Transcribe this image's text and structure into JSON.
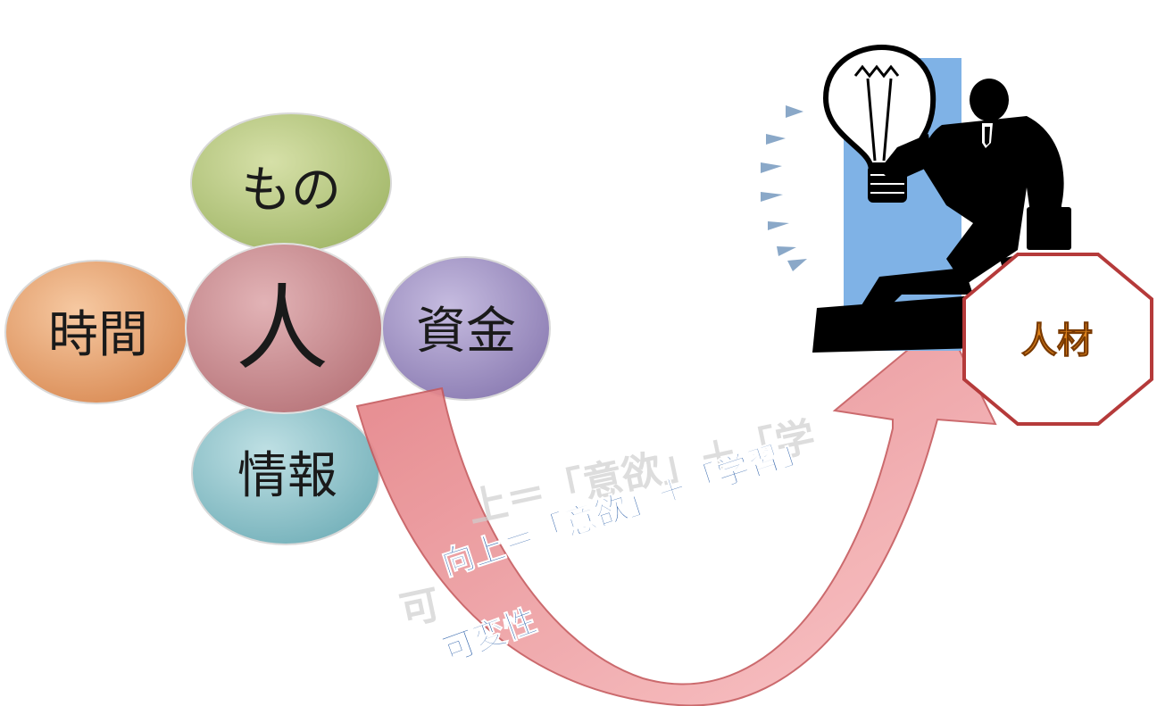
{
  "diagram": {
    "resources": {
      "center": "人",
      "top": "もの",
      "left": "時間",
      "right": "資金",
      "bottom": "情報"
    },
    "arrow": {
      "main_label": "向上＝「意欲」＋「学習」",
      "ghost_label": "上＝「意欲」＋「学",
      "sub_label": "可変性",
      "ghost_sub_label": "可"
    },
    "result": {
      "label": "人材"
    },
    "icons": {
      "figure": "lightbulb-businessman-icon"
    },
    "colors": {
      "center": "#c98a8f",
      "top": "#b8c97f",
      "left": "#e8a678",
      "right": "#a395c4",
      "bottom": "#8fc4cc",
      "arrow_fill": "#f2a3a6",
      "arrow_stroke": "#c65a5e",
      "octagon_stroke": "#b53a3a",
      "result_text": "#e0841c",
      "arrow_text": "#2b5fa8",
      "figure_blue": "#7fb2e6"
    }
  }
}
